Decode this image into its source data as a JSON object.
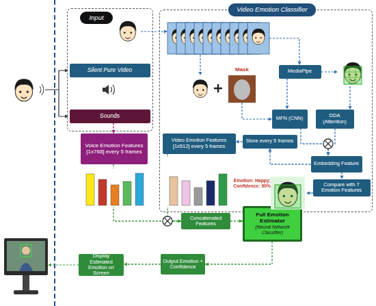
{
  "diagram": {
    "nodes": [
      {
        "text": [
          "Input"
        ]
      },
      {
        "text": [
          "Silent Pure Video"
        ],
        "in": 0
      },
      {
        "text": [
          "Sounds"
        ],
        "in": 0
      },
      {
        "text": [
          "Video Emotion Classifier"
        ]
      },
      {
        "text": [
          "MediaPipe"
        ],
        "in": 3
      },
      {
        "text": [
          "MFN (CNN)"
        ],
        "in": 3
      },
      {
        "text": [
          "DDA (Attention)"
        ],
        "in": 3
      },
      {
        "text": [
          "Embedding Feature"
        ],
        "in": 3
      },
      {
        "text": [
          "Compare with 7 Emotion Features"
        ],
        "in": 3
      },
      {
        "text": [
          "Store every 5 frames"
        ],
        "in": 3
      },
      {
        "text": [
          "Video Emotion Features [1x512] every 5 frames"
        ],
        "in": 3
      },
      {
        "text": [
          "Voice Emotion Features [1x768] every 5 frames"
        ]
      },
      {
        "text": [
          "Concatenated Features"
        ]
      },
      {
        "text": [
          "Full Emotion Estimator",
          "(Neural Network Classifier)"
        ]
      },
      {
        "text": [
          "Output Emotion + Confidence"
        ]
      },
      {
        "text": [
          "Display Estimated Emotion on Screen"
        ]
      }
    ],
    "edges": [
      {
        "from": 2,
        "to": 11,
        "arrow": "to"
      },
      {
        "from": 4,
        "to": 5,
        "arrow": "to"
      },
      {
        "from": 5,
        "to": 7,
        "arrow": "to"
      },
      {
        "from": 6,
        "to": 7,
        "arrow": "to"
      },
      {
        "from": 7,
        "to": 9,
        "arrow": "to"
      },
      {
        "from": 9,
        "to": 10,
        "arrow": "to"
      },
      {
        "from": 7,
        "to": 8,
        "arrow": "to"
      },
      {
        "from": 11,
        "to": 12,
        "arrow": "to"
      },
      {
        "from": 10,
        "to": 12,
        "arrow": "to"
      },
      {
        "from": 12,
        "to": 13,
        "arrow": "to"
      },
      {
        "from": 13,
        "to": 14,
        "arrow": "to"
      },
      {
        "from": 14,
        "to": 15,
        "arrow": "to"
      }
    ],
    "labels": [
      "Mask",
      "Emotion: Happy; Confidence: 90%"
    ]
  }
}
